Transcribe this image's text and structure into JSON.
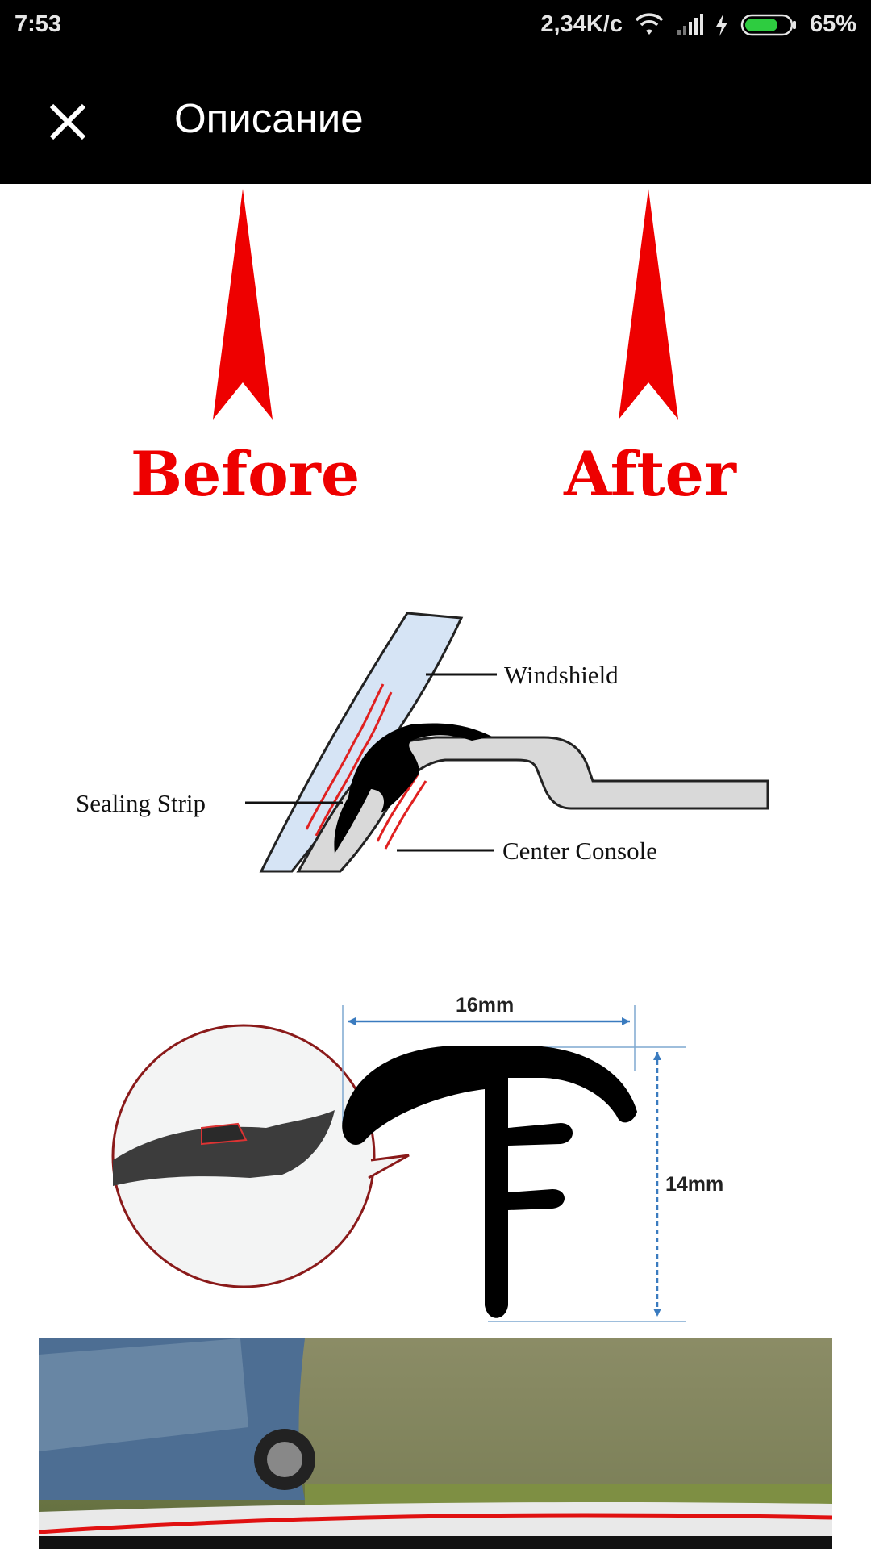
{
  "status_bar": {
    "time": "7:53",
    "network_speed": "2,34K/c",
    "battery_percent": "65%",
    "icons": [
      "wifi-icon",
      "signal-icon",
      "charging-icon",
      "battery-icon"
    ],
    "battery_color": "#2ecc40"
  },
  "app_bar": {
    "title": "Описание",
    "close_icon": "close-icon"
  },
  "content": {
    "before_label": "Before",
    "after_label": "After",
    "accent_color": "#ee0000",
    "diagram": {
      "windshield_label": "Windshield",
      "sealing_strip_label": "Sealing Strip",
      "center_console_label": "Center Console"
    },
    "profile": {
      "width_label": "16mm",
      "height_label": "14mm"
    }
  }
}
